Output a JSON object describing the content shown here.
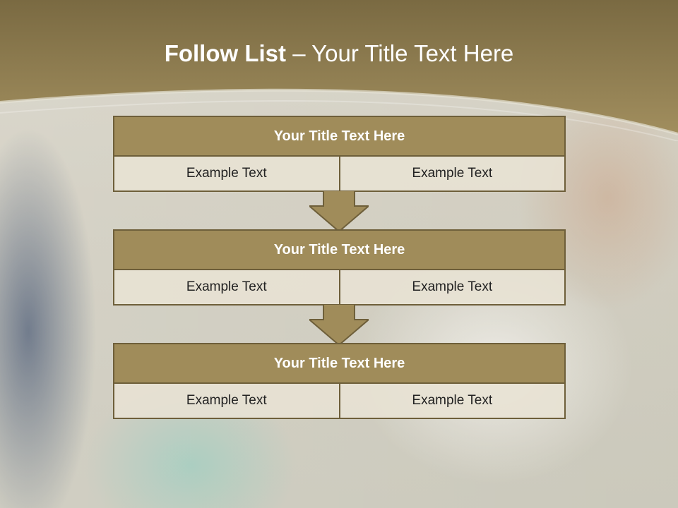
{
  "title": {
    "bold": "Follow List",
    "light": " – Your Title Text Here"
  },
  "blocks": [
    {
      "title": "Your Title Text Here",
      "left": "Example Text",
      "right": "Example Text"
    },
    {
      "title": "Your Title Text Here",
      "left": "Example Text",
      "right": "Example Text"
    },
    {
      "title": "Your Title Text Here",
      "left": "Example Text",
      "right": "Example Text"
    }
  ],
  "colors": {
    "header_band": "#8a7a4e",
    "block_fill": "#a08c5a",
    "block_border": "#6e5f3a",
    "cell_fill": "#e8e2d4"
  }
}
